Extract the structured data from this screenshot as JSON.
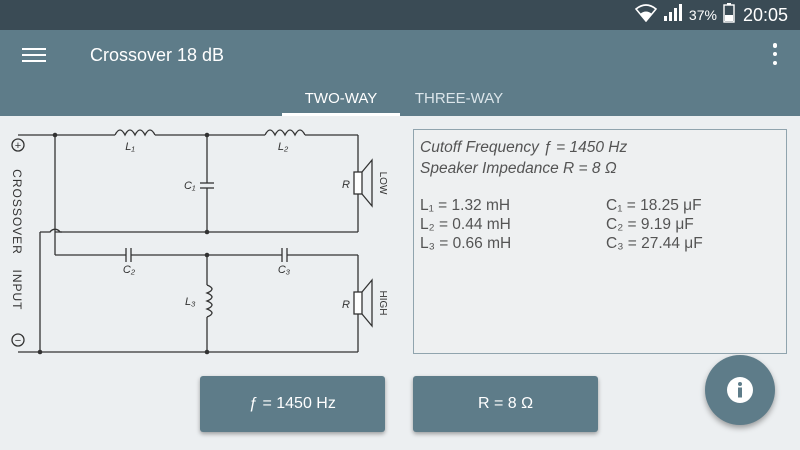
{
  "status": {
    "battery": "37%",
    "time": "20:05",
    "icons": [
      "wifi-icon",
      "signal-icon",
      "battery-icon"
    ]
  },
  "app": {
    "title": "Crossover 18 dB",
    "menu_icon": "hamburger-menu-icon",
    "overflow_icon": "more-vert-icon"
  },
  "tabs": [
    {
      "label": "TWO-WAY",
      "selected": true
    },
    {
      "label": "THREE-WAY",
      "selected": false
    }
  ],
  "circuit": {
    "side_label_top": "CROSSOVER",
    "side_label_bottom": "INPUT",
    "plus_symbol": "+",
    "minus_symbol": "−",
    "low_section": {
      "L1": "L₁",
      "L2": "L₂",
      "C1": "C₁",
      "R": "R",
      "speaker": "LOW"
    },
    "high_section": {
      "C2": "C₂",
      "C3": "C₃",
      "L3": "L₃",
      "R": "R",
      "speaker": "HIGH"
    }
  },
  "results": {
    "cutoff": "Cutoff Frequency ƒ = 1450 Hz",
    "impedance": "Speaker Impedance R = 8 Ω",
    "L1": "L₁ = 1.32 mH",
    "L2": "L₂ = 0.44 mH",
    "L3": "L₃ = 0.66 mH",
    "C1": "C₁ = 18.25 μF",
    "C2": "C₂ = 9.19 μF",
    "C3": "C₃ = 27.44 μF"
  },
  "buttons": {
    "frequency": "ƒ = 1450 Hz",
    "impedance": "R = 8 Ω",
    "info_icon": "info-icon"
  },
  "colors": {
    "appbar": "#5e7c89",
    "statusbar": "#3a4b55",
    "background": "#eceff1"
  }
}
